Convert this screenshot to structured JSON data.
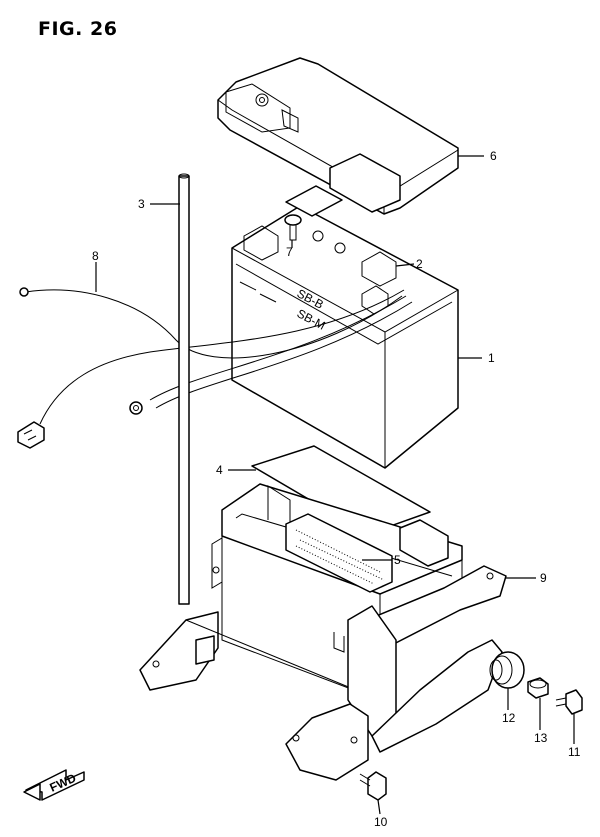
{
  "figure": {
    "title": "FIG. 26"
  },
  "callouts": {
    "c1": "1",
    "c2": "2",
    "c3": "3",
    "c4": "4",
    "c5": "5",
    "c6": "6",
    "c7": "7",
    "c8": "8",
    "c9": "9",
    "c10": "10",
    "c11": "11",
    "c12": "12",
    "c13": "13"
  },
  "fwd_label": "FWD",
  "battery_markings": {
    "m1": "SB-B",
    "m2": "SB-M"
  }
}
